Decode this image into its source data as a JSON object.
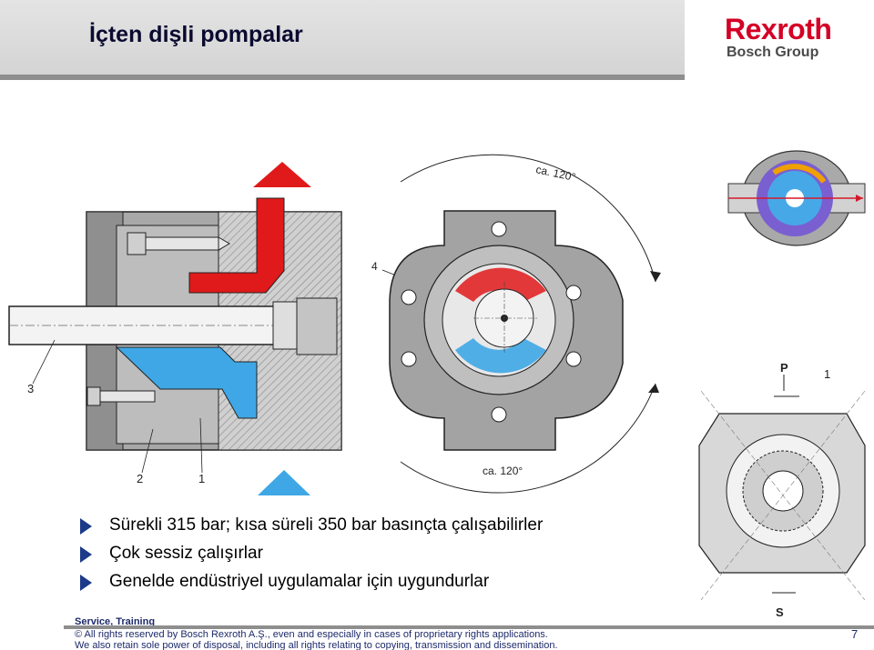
{
  "header": {
    "title": "İçten dişli pompalar",
    "logo": {
      "brand": "Rexroth",
      "group": "Bosch Group"
    }
  },
  "figure": {
    "labels": {
      "angle_top": "ca. 120°",
      "angle_bottom": "ca. 120°",
      "callout_4": "4",
      "callout_3": "3",
      "callout_2": "2",
      "callout_1": "1",
      "right_p": "P",
      "right_1": "1",
      "right_s": "S"
    }
  },
  "bullets": [
    "Sürekli 315 bar; kısa süreli 350 bar basınçta çalışabilirler",
    "Çok sessiz çalışırlar",
    "Genelde endüstriyel uygulamalar için uygundurlar"
  ],
  "footer": {
    "label": "Service, Training",
    "copyright_1": "© All rights reserved by Bosch Rexroth A.Ş., even and especially in cases of proprietary rights applications.",
    "copyright_2": "We also retain sole power of disposal, including all rights relating to copying, transmission and dissemination.",
    "page_number": "7"
  },
  "colors": {
    "pressure": "#e0191b",
    "suction": "#3fa7e6",
    "housing": "#a6a6a6",
    "bullet": "#1d3a8a",
    "brand": "#d40026"
  }
}
